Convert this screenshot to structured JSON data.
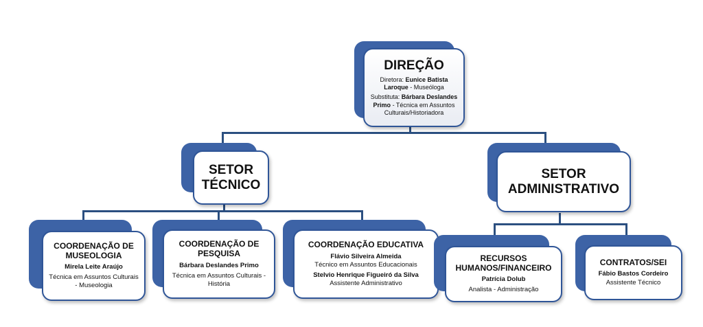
{
  "direcao": {
    "title": "DIREÇÃO",
    "diretora_prefix": "Diretora: ",
    "diretora_name": "Eunice Batista Laroque",
    "diretora_role": " - Museóloga",
    "substituta_prefix": "Substituta: ",
    "substituta_name": "Bárbara Deslandes Primo",
    "substituta_role": " - Técnica em Assuntos Culturais/Historiadora"
  },
  "setor_tecnico": {
    "title_line1": "SETOR",
    "title_line2": "TÉCNICO"
  },
  "setor_administrativo": {
    "title_line1": "SETOR",
    "title_line2": "ADMINISTRATIVO"
  },
  "museologia": {
    "title": "COORDENAÇÃO DE MUSEOLOGIA",
    "name": "Mirela Leite Araújo",
    "role": "Técnica em Assuntos Culturais - Museologia"
  },
  "pesquisa": {
    "title": "COORDENAÇÃO DE PESQUISA",
    "name": "Bárbara Deslandes Primo",
    "role": "Técnica em Assuntos Culturais - História"
  },
  "educativa": {
    "title": "COORDENAÇÃO EDUCATIVA",
    "name1": "Flávio Silveira Almeida",
    "role1": "Técnico em Assuntos Educacionais",
    "name2": "Stelvio Henrique Figueiró da Silva",
    "role2": "Assistente Administrativo"
  },
  "rh": {
    "title": "RECURSOS HUMANOS/FINANCEIRO",
    "name": "Patrícia Dolub",
    "role": "Analista - Administração"
  },
  "contratos": {
    "title": "CONTRATOS/SEI",
    "name": "Fábio Bastos Cordeiro",
    "role": "Assistente Técnico"
  }
}
